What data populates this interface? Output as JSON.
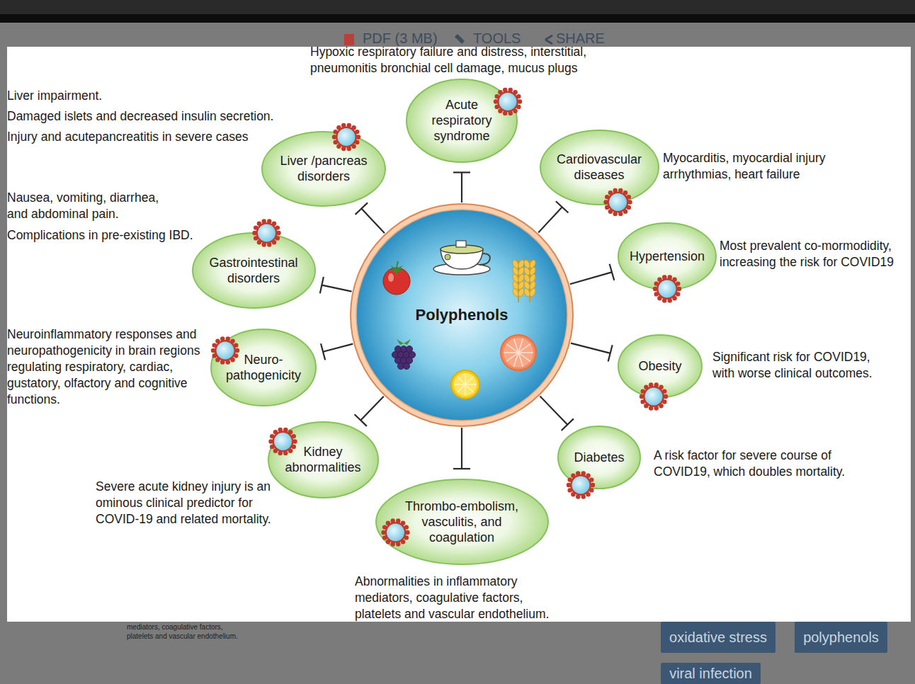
{
  "diagram": {
    "nodes": [
      {
        "text": [
          "Polyphenols"
        ]
      },
      {
        "text": [
          "Acute respiratory syndrome"
        ]
      },
      {
        "text": [
          "Cardiovascular diseases"
        ]
      },
      {
        "text": [
          "Hypertension"
        ]
      },
      {
        "text": [
          "Obesity"
        ]
      },
      {
        "text": [
          "Diabetes"
        ]
      },
      {
        "text": [
          "Thrombo-embolism, vasculitis, and coagulation"
        ]
      },
      {
        "text": [
          "Kidney abnormalities"
        ]
      },
      {
        "text": [
          "Neuro- pathogenicity"
        ]
      },
      {
        "text": [
          "Gastrointestinal disorders"
        ]
      },
      {
        "text": [
          "Liver /pancreas disorders"
        ]
      },
      {
        "text": [
          "oxidative stress"
        ]
      },
      {
        "text": [
          "polyphenols"
        ]
      },
      {
        "text": [
          "viral infection"
        ]
      }
    ],
    "edges": [
      {
        "from": 0,
        "to": 1,
        "arrow": "to"
      },
      {
        "from": 0,
        "to": 2,
        "arrow": "to"
      },
      {
        "from": 0,
        "to": 3,
        "arrow": "to"
      },
      {
        "from": 0,
        "to": 4,
        "arrow": "to"
      },
      {
        "from": 0,
        "to": 5,
        "arrow": "to"
      },
      {
        "from": 0,
        "to": 6,
        "arrow": "to"
      },
      {
        "from": 0,
        "to": 7,
        "arrow": "to"
      },
      {
        "from": 0,
        "to": 8,
        "arrow": "to"
      },
      {
        "from": 0,
        "to": 9,
        "arrow": "to"
      },
      {
        "from": 0,
        "to": 10,
        "arrow": "to"
      }
    ],
    "labels": [
      "Hypoxic respiratory failure and distress, interstitial, pneumonitis bronchial cell damage, mucus plugs",
      "Liver impairment.",
      "Damaged islets and decreased insulin secretion.",
      "Injury and acutepancreatitis in severe cases",
      "Myocarditis, myocardial injury arrhythmias, heart failure",
      "Nausea, vomiting, diarrhea, and abdominal pain.",
      "Complications in pre-existing IBD.",
      "Most prevalent co-mormodidity, increasing the risk for COVID19",
      "Neuroinflammatory responses and neuropathogenicity in brain regions regulating respiratory, cardiac, gustatory, olfactory and cognitive functions.",
      "Significant risk for COVID19, with worse clinical outcomes.",
      "A risk factor for severe course of COVID19, which doubles mortality.",
      "Severe acute kidney injury is an ominous clinical predictor for COVID-19 and related mortality.",
      "Abnormalities in inflammatory mediators, coagulative factors, platelets and vascular endothelium.",
      "PDF (3 MB)",
      "TOOLS",
      "SHARE",
      "mediators, coagulative factors, platelets and vascular endothelium."
    ]
  }
}
